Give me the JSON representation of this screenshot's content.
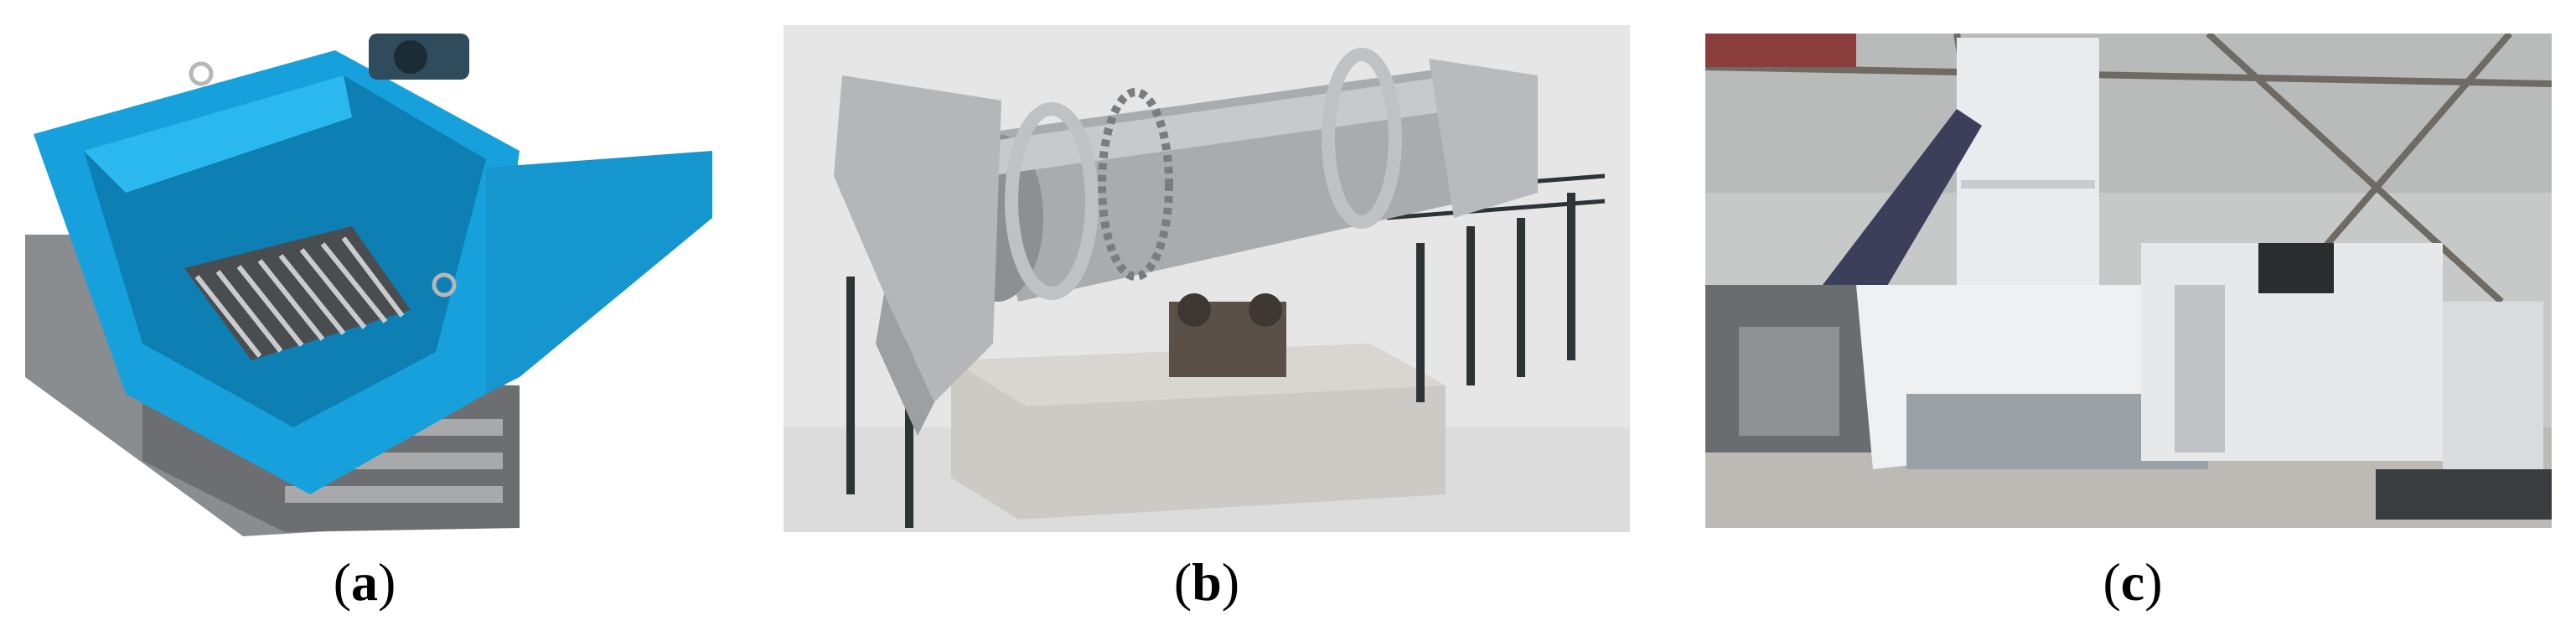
{
  "figure": {
    "panels": [
      {
        "letter": "a",
        "subject": "shredder-machine-photo"
      },
      {
        "letter": "b",
        "subject": "rotary-drum-dryer-render"
      },
      {
        "letter": "c",
        "subject": "plastic-recycling-line-photo"
      }
    ]
  },
  "colors": {
    "shredder_blue": "#1aa3dd",
    "metal_gray": "#9a9a9a",
    "render_background": "#e6e6e6",
    "factory_white": "#e9ecee"
  }
}
